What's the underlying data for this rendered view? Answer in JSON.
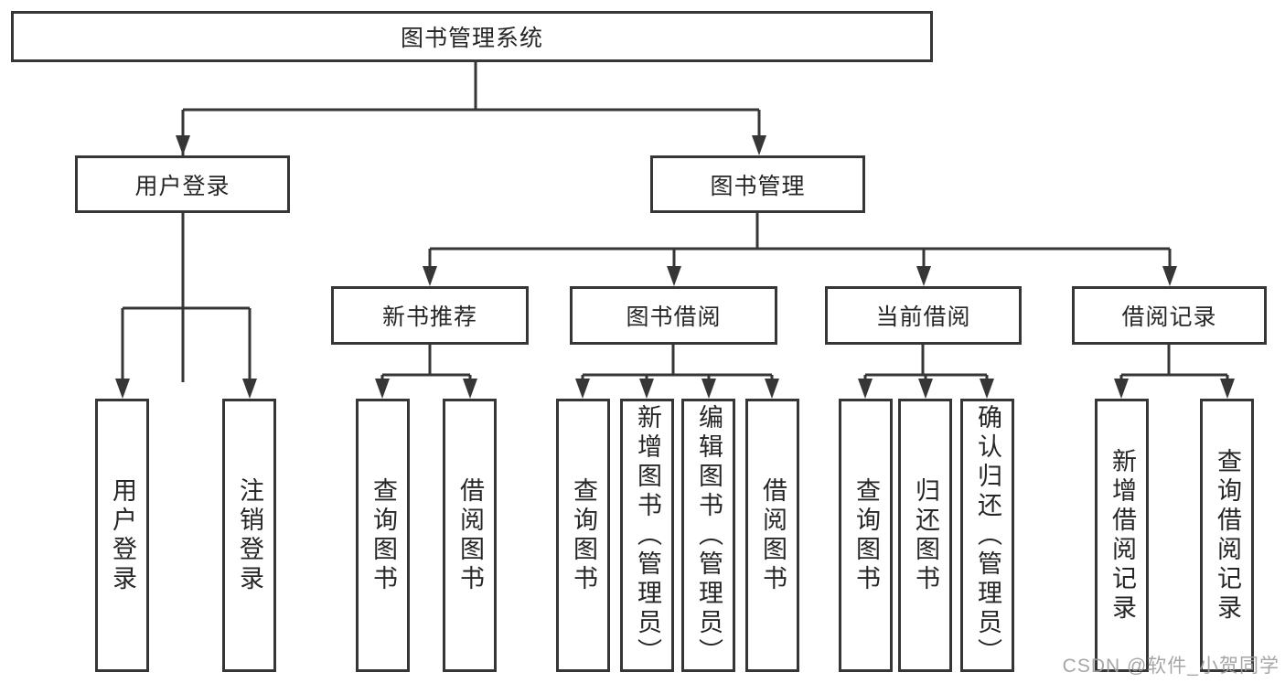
{
  "diagram_title": "图书管理系统",
  "tree": {
    "root": "图书管理系统",
    "branches": [
      {
        "label": "用户登录",
        "children": [
          "用户登录",
          "注销登录"
        ]
      },
      {
        "label": "图书管理",
        "groups": [
          {
            "label": "新书推荐",
            "children": [
              "查询图书",
              "借阅图书"
            ]
          },
          {
            "label": "图书借阅",
            "children": [
              "查询图书",
              "新增图书（管理员）",
              "编辑图书（管理员）",
              "借阅图书"
            ]
          },
          {
            "label": "当前借阅",
            "children": [
              "查询图书",
              "归还图书",
              "确认归还（管理员）"
            ]
          },
          {
            "label": "借阅记录",
            "children": [
              "新增借阅记录",
              "查询借阅记录"
            ]
          }
        ]
      }
    ]
  },
  "colors": {
    "line": "#363636",
    "border": "#363636",
    "text": "#262626",
    "watermark": "#9e9e9e",
    "background": "#ffffff"
  },
  "watermark": "CSDN @软件_小贺同学"
}
